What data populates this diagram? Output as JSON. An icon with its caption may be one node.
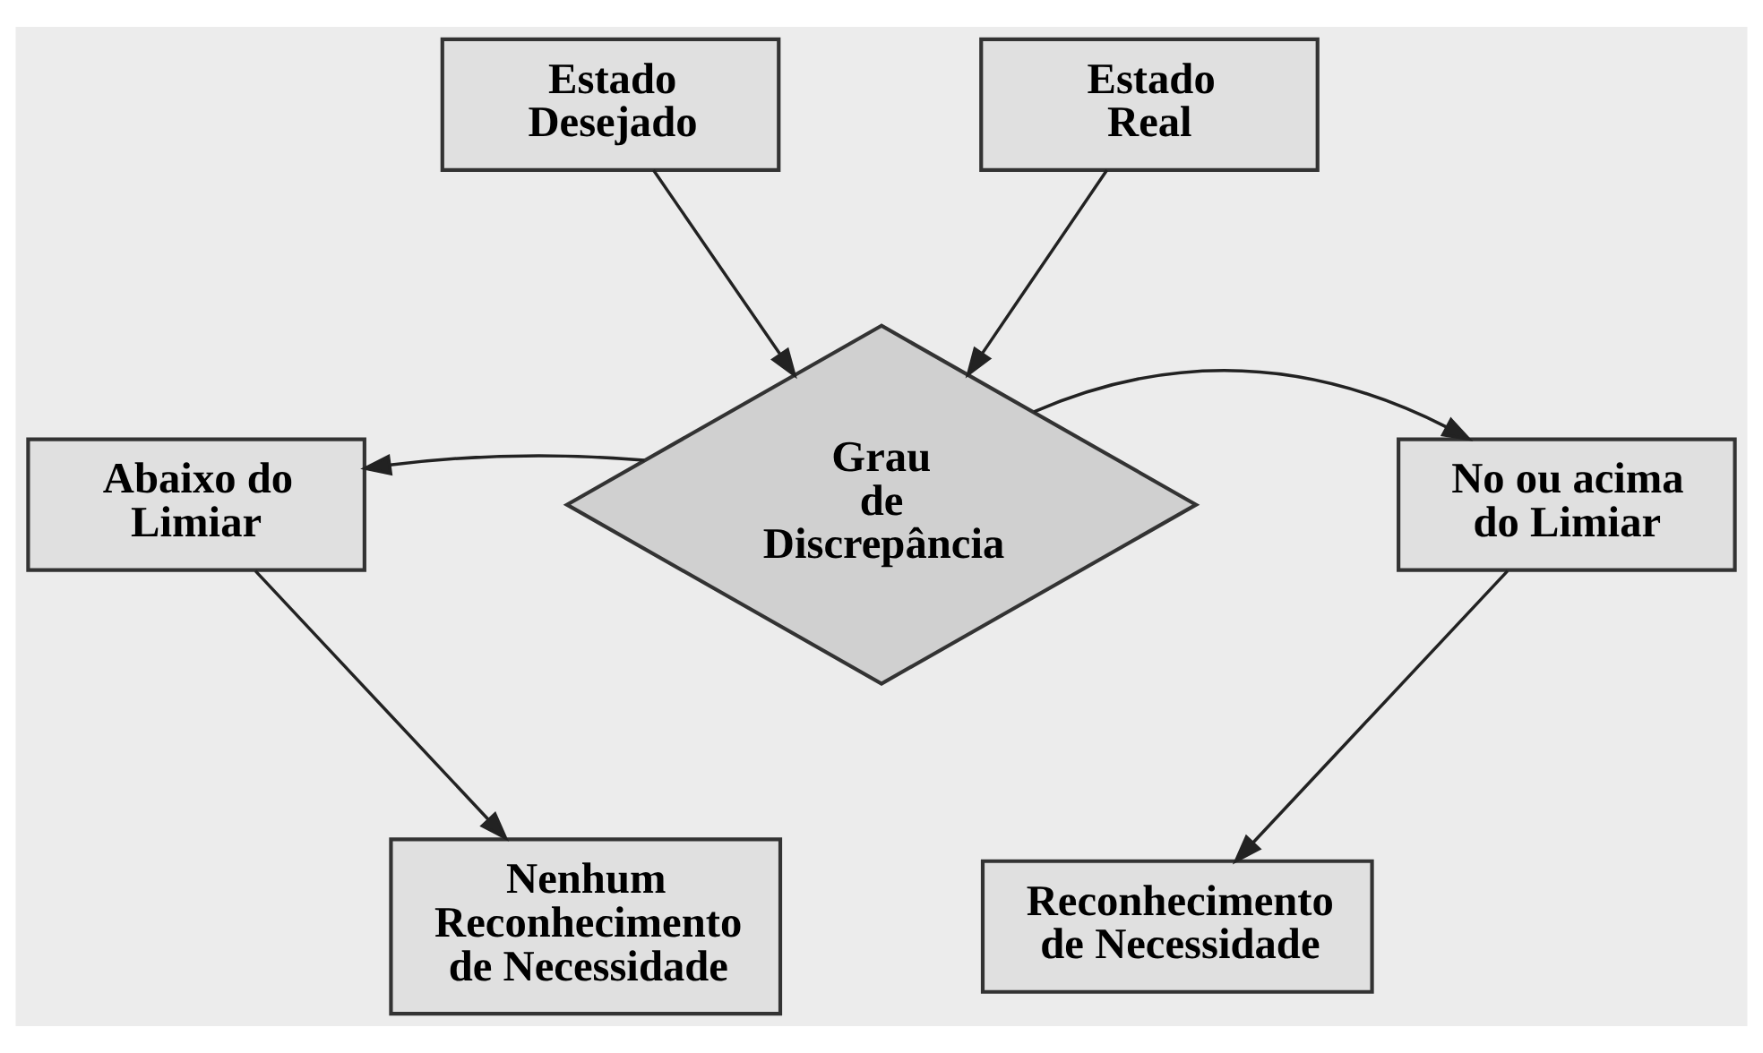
{
  "diagram": {
    "nodes": [
      {
        "text": [
          "Estado Desejado"
        ]
      },
      {
        "text": [
          "Estado Real"
        ]
      },
      {
        "text": [
          "Grau de Discrepância"
        ]
      },
      {
        "text": [
          "Abaixo do Limiar"
        ]
      },
      {
        "text": [
          "No ou acima do Limiar"
        ]
      },
      {
        "text": [
          "Nenhum Reconhecimento de Necessidade"
        ]
      },
      {
        "text": [
          "Reconhecimento de Necessidade"
        ]
      }
    ],
    "edges": [
      {
        "from": 0,
        "to": 2,
        "arrow": "to"
      },
      {
        "from": 1,
        "to": 2,
        "arrow": "to"
      },
      {
        "from": 2,
        "to": 3,
        "arrow": "to"
      },
      {
        "from": 2,
        "to": 4,
        "arrow": "to"
      },
      {
        "from": 3,
        "to": 5,
        "arrow": "to"
      },
      {
        "from": 4,
        "to": 6,
        "arrow": "to"
      }
    ]
  }
}
